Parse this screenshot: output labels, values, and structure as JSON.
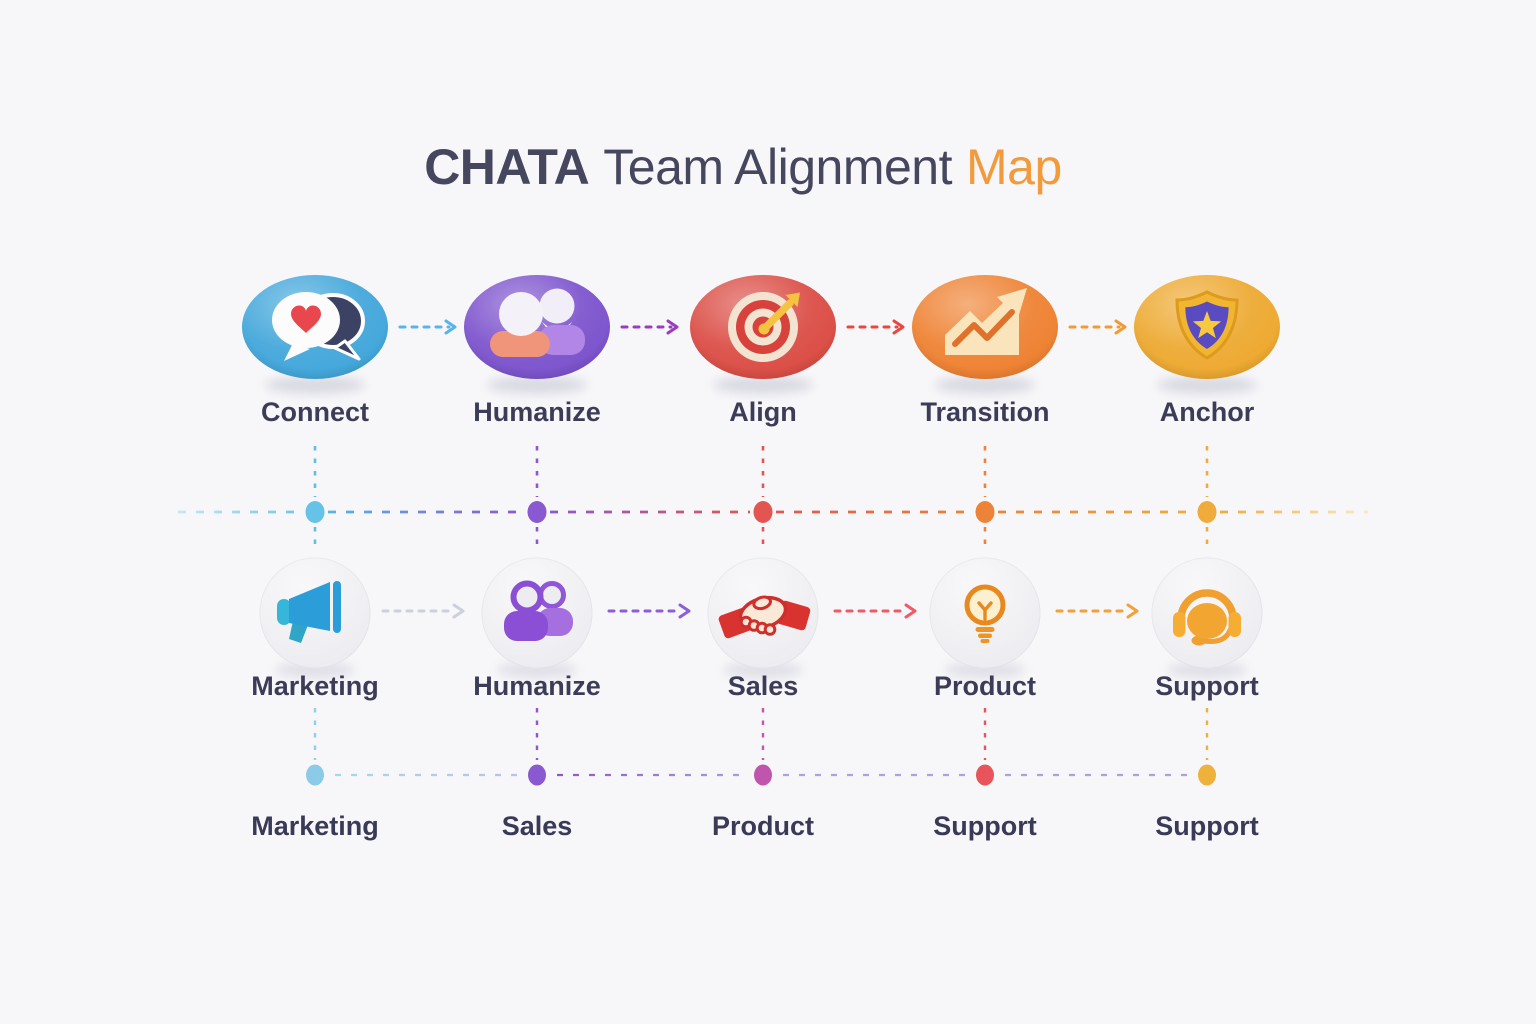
{
  "title": {
    "brand": "CHATA",
    "middle": "Team Alignment",
    "accent": "Map"
  },
  "colors": {
    "background": "#f7f7f9",
    "title_text": "#46465f",
    "title_accent": "#f29b3d",
    "label_text": "#3c3c58",
    "team_circle_fill": "#ededf1"
  },
  "stages": [
    {
      "label": "Connect",
      "icon": "speech-bubbles-heart-icon",
      "color": "#3fa5da",
      "stem_color": "#5fbde6"
    },
    {
      "label": "Humanize",
      "icon": "two-people-icon",
      "color": "#7a50cc",
      "stem_color": "#8a58d0"
    },
    {
      "label": "Align",
      "icon": "target-arrow-icon",
      "color": "#da4a42",
      "stem_color": "#e25551"
    },
    {
      "label": "Transition",
      "icon": "growth-chart-icon",
      "color": "#ee7f2e",
      "stem_color": "#ec8338"
    },
    {
      "label": "Anchor",
      "icon": "shield-star-icon",
      "color": "#eda72c",
      "stem_color": "#f0ab3b"
    }
  ],
  "stage_arrows": [
    {
      "color": "#57b6e8"
    },
    {
      "color": "#9a3cc0"
    },
    {
      "color": "#e8473e"
    },
    {
      "color": "#f49a33"
    }
  ],
  "mid_dots": [
    {
      "color": "#66c2e6"
    },
    {
      "color": "#8a58d0"
    },
    {
      "color": "#e25551"
    },
    {
      "color": "#ec8338"
    },
    {
      "color": "#f0ab3b"
    }
  ],
  "mid_line": {
    "segments": [
      {
        "from": "#c6e6f5",
        "to": "#74c4e8"
      },
      {
        "from": "#58b4e6",
        "to": "#8a58d0"
      },
      {
        "from": "#8a58d0",
        "to": "#e25551"
      },
      {
        "from": "#e25551",
        "to": "#ec8338"
      },
      {
        "from": "#ec8338",
        "to": "#f0ab3b"
      },
      {
        "from": "#f0ab3b",
        "to": "#fbe7c2"
      }
    ]
  },
  "teams": [
    {
      "label": "Marketing",
      "icon": "megaphone-icon"
    },
    {
      "label": "Humanize",
      "icon": "two-people-outline-icon"
    },
    {
      "label": "Sales",
      "icon": "handshake-icon"
    },
    {
      "label": "Product",
      "icon": "lightbulb-icon"
    },
    {
      "label": "Support",
      "icon": "headset-icon"
    }
  ],
  "team_arrows": [
    {
      "color": "#cbd0db"
    },
    {
      "color": "#8a5fd8"
    },
    {
      "color": "#f05968"
    },
    {
      "color": "#f2a03a"
    }
  ],
  "bottom": {
    "items": [
      {
        "label": "Marketing",
        "dot_color": "#8ccbe8",
        "stem_color": "#8ecfea"
      },
      {
        "label": "Sales",
        "dot_color": "#8a58d0",
        "stem_color": "#8a58d0"
      },
      {
        "label": "Product",
        "dot_color": "#bf55ac",
        "stem_color": "#c058ae"
      },
      {
        "label": "Support",
        "dot_color": "#e8545c",
        "stem_color": "#e8545c"
      },
      {
        "label": "Support",
        "dot_color": "#eeb23c",
        "stem_color": "#eeb23c"
      }
    ],
    "line_segments": [
      {
        "from": "#a5d7ee",
        "to": "#b9c2ea"
      },
      {
        "from": "#8a58d0",
        "to": "#a8a0dc"
      },
      {
        "from": "#aaa4da",
        "to": "#aaa4da"
      },
      {
        "from": "#aaa4da",
        "to": "#aaa4da"
      }
    ]
  }
}
